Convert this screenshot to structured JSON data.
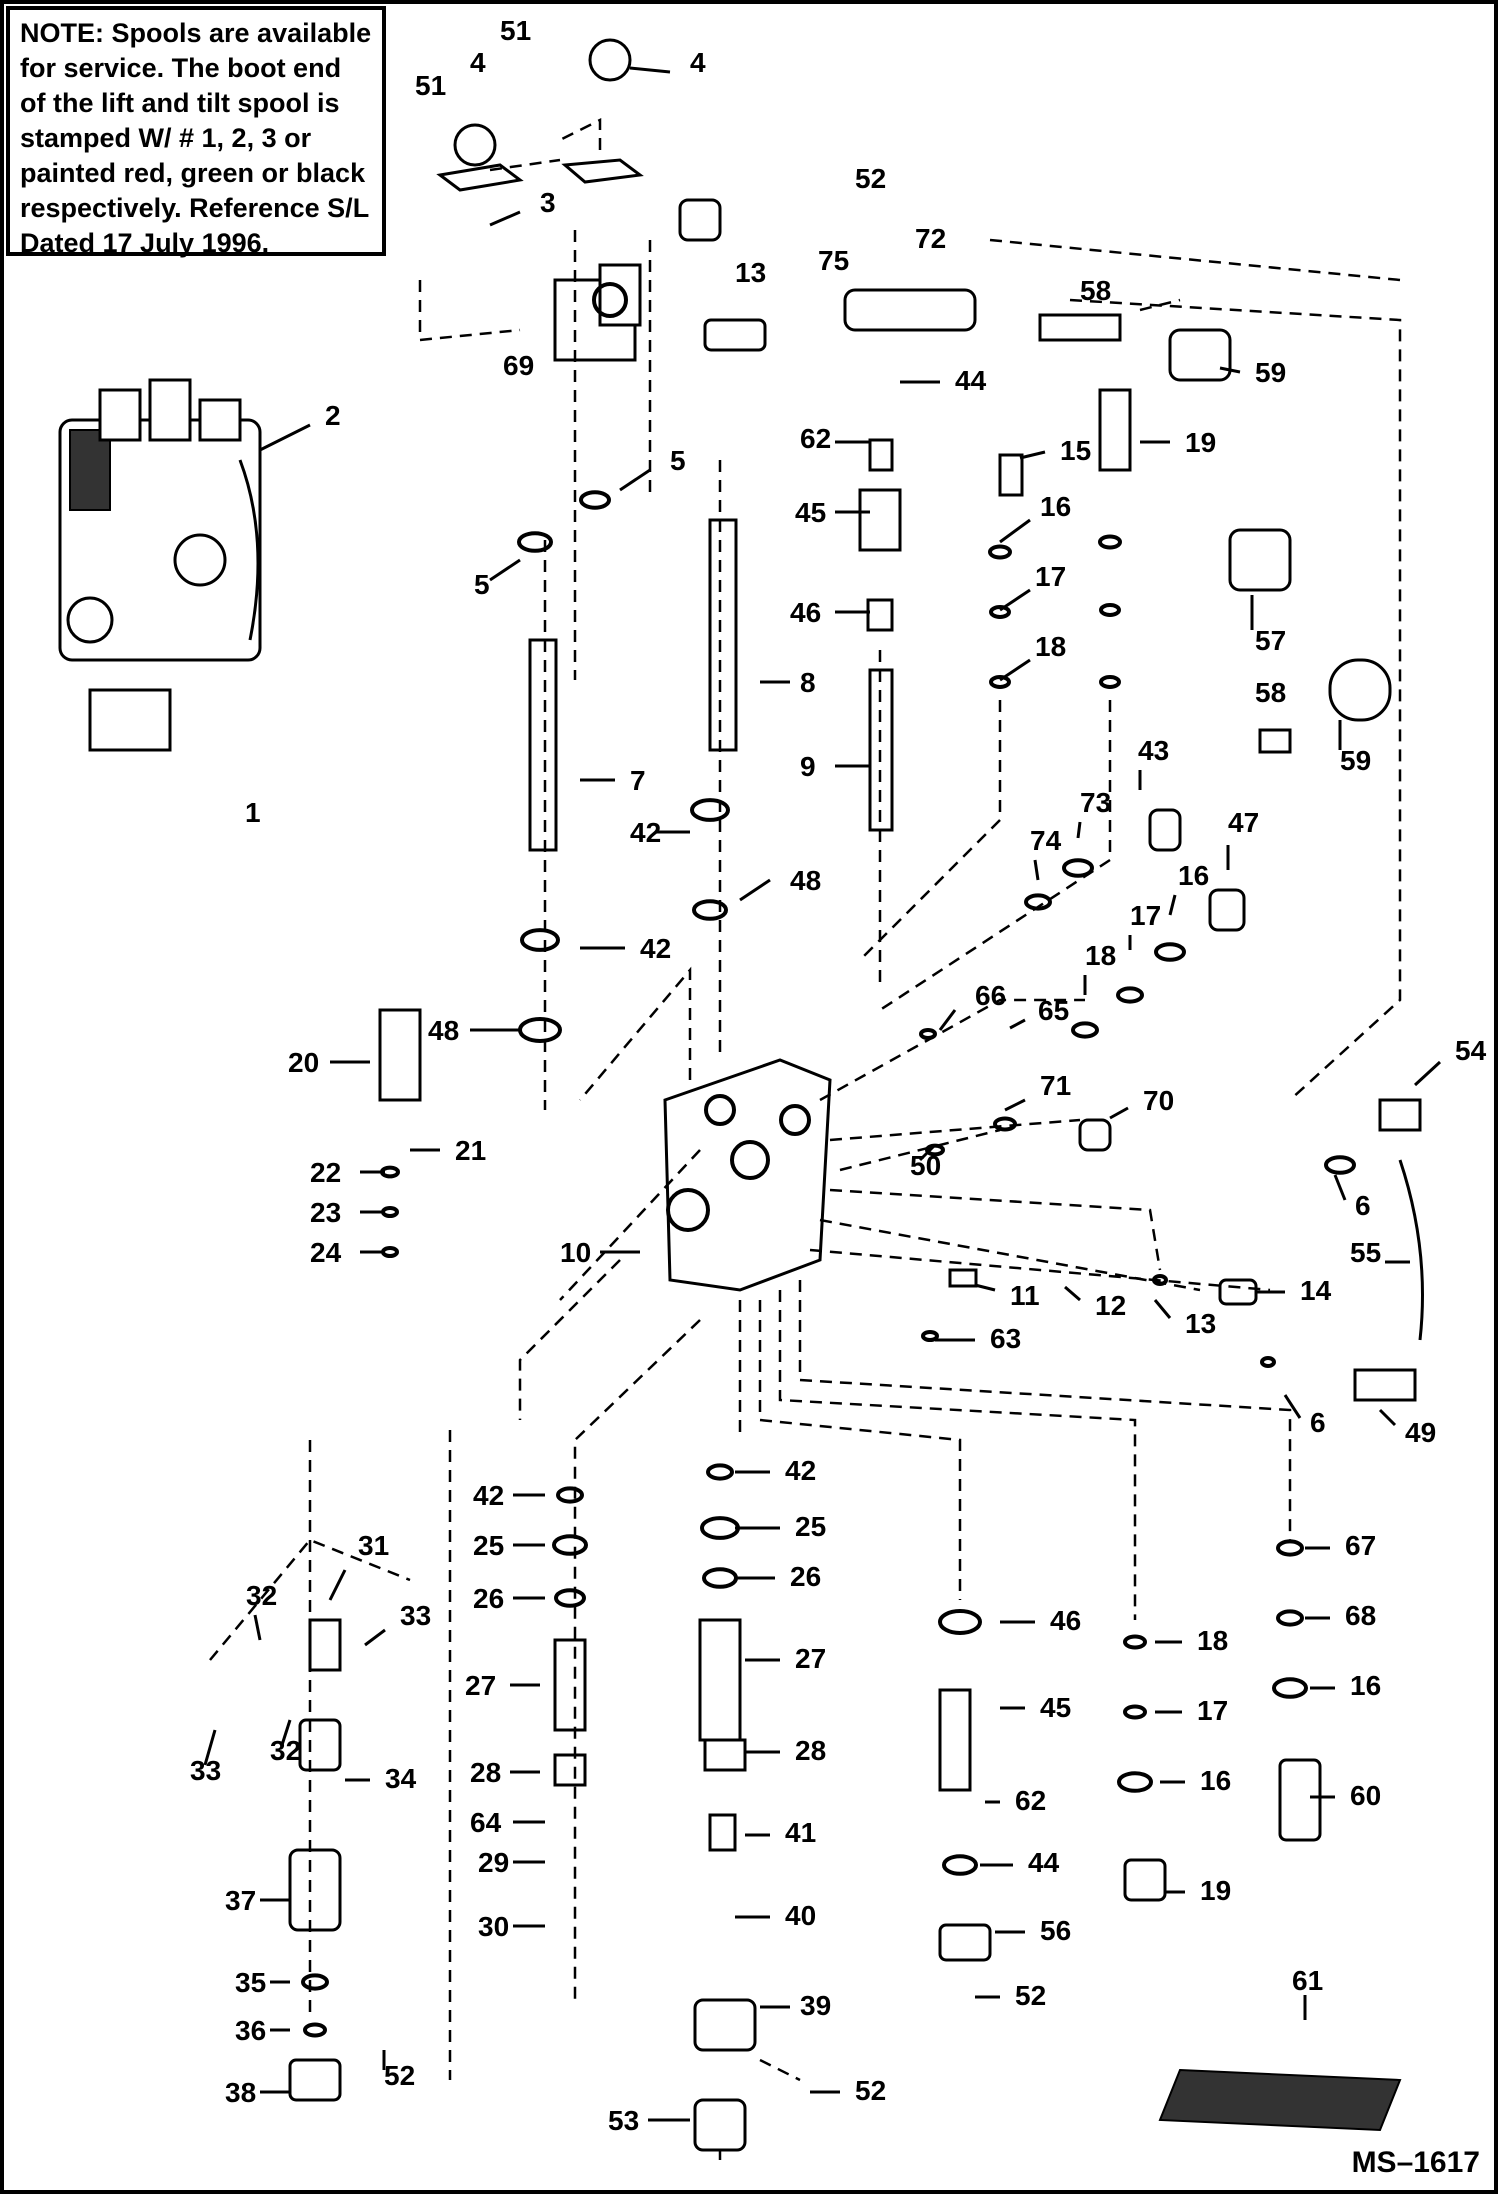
{
  "note": {
    "lead": "NOTE:",
    "text": " Spools are available for service. The boot end of the lift and tilt spool is stamped W/ # 1, 2, 3 or painted red, green or black respectively. Reference S/L Dated 17 July 1996."
  },
  "drawing_code": "MS–1617",
  "callouts": [
    "1",
    "2",
    "3",
    "4",
    "5",
    "6",
    "7",
    "8",
    "9",
    "10",
    "11",
    "12",
    "13",
    "14",
    "15",
    "16",
    "17",
    "18",
    "19",
    "20",
    "21",
    "22",
    "23",
    "24",
    "25",
    "26",
    "27",
    "28",
    "29",
    "30",
    "31",
    "32",
    "33",
    "34",
    "35",
    "36",
    "37",
    "38",
    "39",
    "40",
    "41",
    "42",
    "43",
    "44",
    "45",
    "46",
    "47",
    "48",
    "49",
    "50",
    "51",
    "52",
    "53",
    "54",
    "55",
    "56",
    "57",
    "58",
    "59",
    "60",
    "61",
    "62",
    "63",
    "64",
    "65",
    "66",
    "67",
    "68",
    "69",
    "70",
    "71",
    "72",
    "73",
    "74",
    "75"
  ]
}
